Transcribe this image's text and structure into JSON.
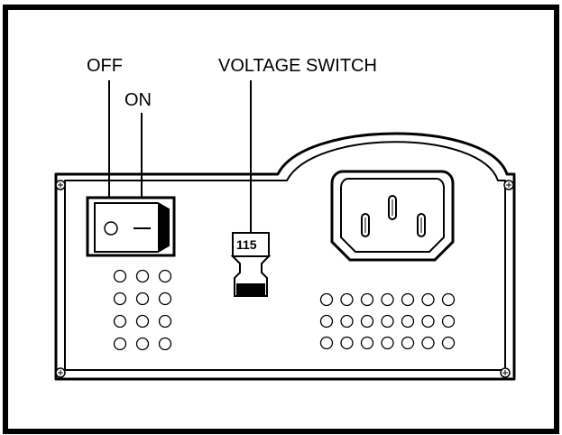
{
  "labels": {
    "off": "OFF",
    "on": "ON",
    "voltage_switch": "VOLTAGE SWITCH",
    "voltage_value": "115"
  },
  "colors": {
    "line": "#000000",
    "background": "#ffffff"
  }
}
